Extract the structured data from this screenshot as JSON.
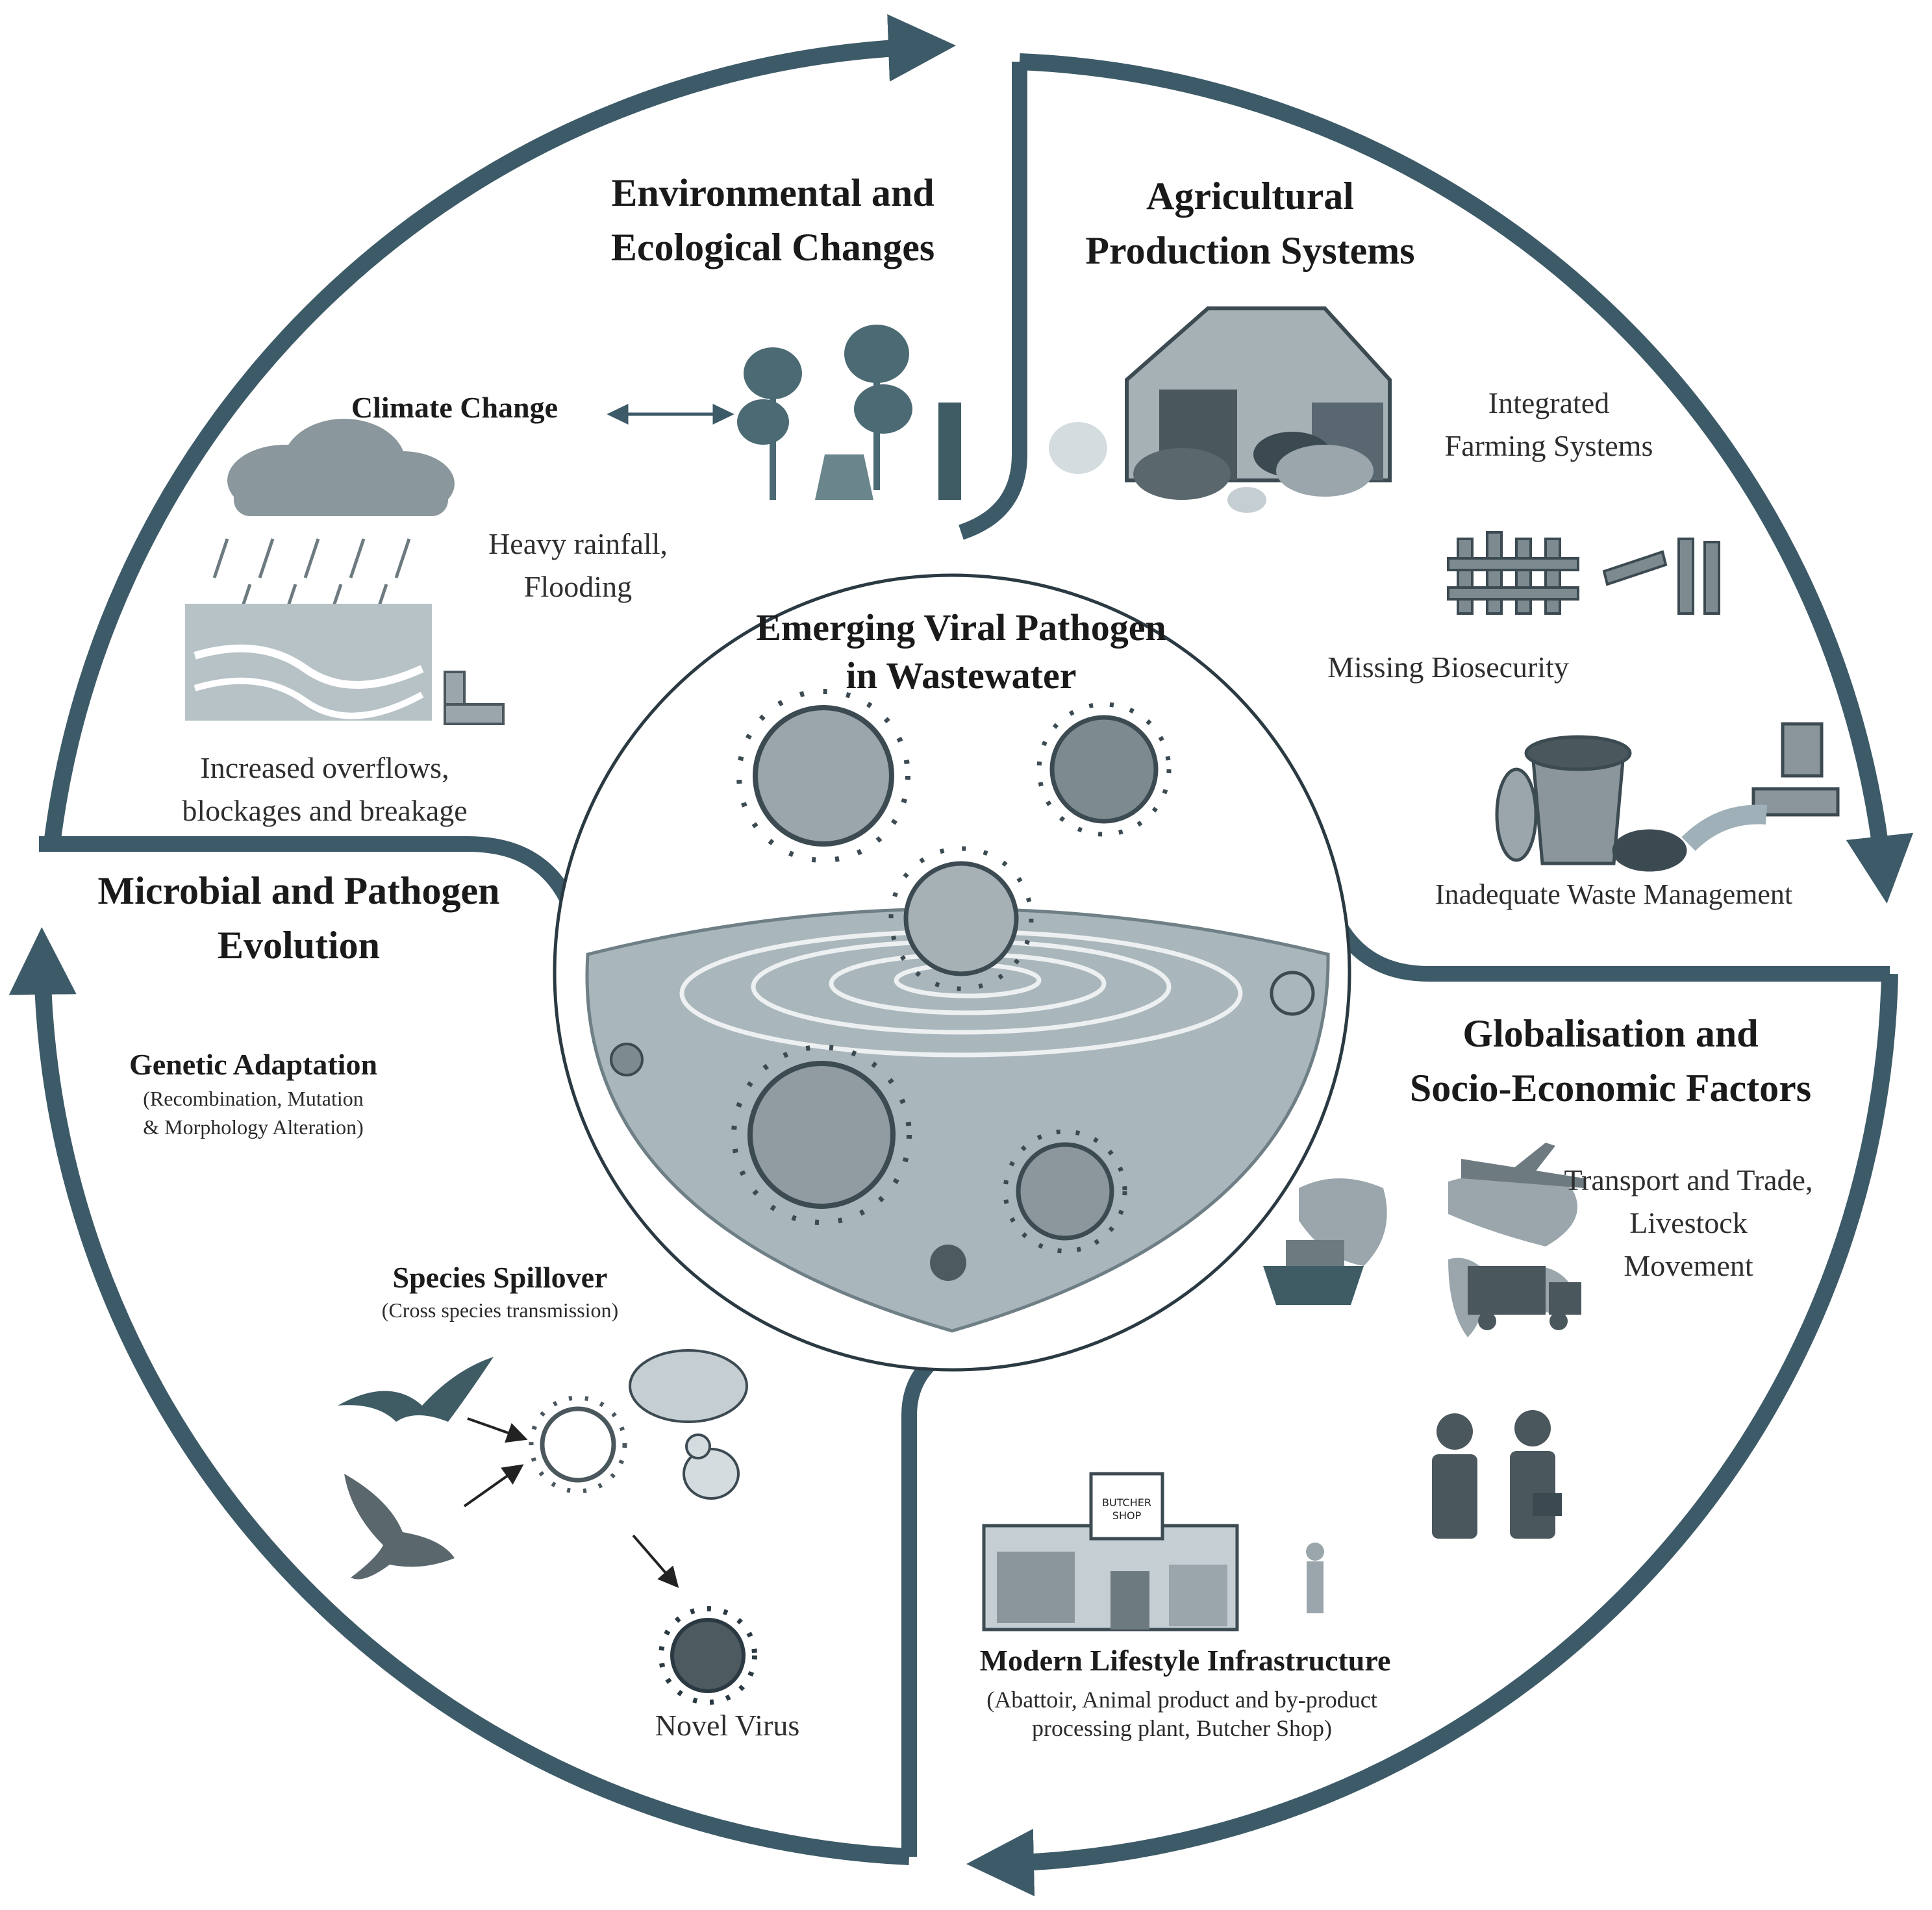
{
  "colors": {
    "ring": "#3d5a68",
    "ink": "#2b3a42",
    "water": "#9fb0b8",
    "virus": "#6b7a82"
  },
  "center": {
    "title": "Emerging Viral Pathogen\nin Wastewater"
  },
  "sections": {
    "environmental": {
      "title": "Environmental and\nEcological Changes",
      "climate": "Climate Change",
      "rainfall": "Heavy rainfall,\nFlooding",
      "overflows": "Increased overflows,\nblockages and breakage"
    },
    "agricultural": {
      "title": "Agricultural\nProduction Systems",
      "integrated": "Integrated\nFarming Systems",
      "biosecurity": "Missing Biosecurity",
      "waste": "Inadequate Waste Management"
    },
    "globalisation": {
      "title": "Globalisation  and\nSocio-Economic Factors",
      "transport": "Transport and Trade,\nLivestock\nMovement",
      "lifestyle": "Modern Lifestyle Infrastructure",
      "lifestyle_note": "(Abattoir, Animal product and by-product\nprocessing plant, Butcher Shop)",
      "shop_sign": "BUTCHER\nSHOP"
    },
    "microbial": {
      "title": "Microbial and Pathogen\nEvolution",
      "genetic": "Genetic Adaptation",
      "genetic_note": "(Recombination, Mutation\n& Morphology Alteration)",
      "spillover": "Species Spillover",
      "spillover_note": "(Cross species transmission)",
      "novel": "Novel Virus"
    }
  }
}
